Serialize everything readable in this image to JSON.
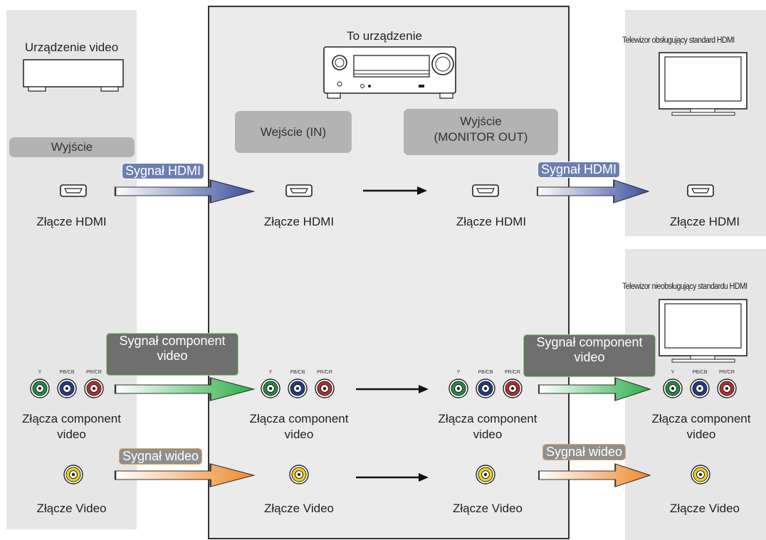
{
  "headers": {
    "source": "Urządzenie video",
    "center": "To urządzenie",
    "tv_hdmi": "Telewizor obsługujący standard HDMI",
    "tv_nonhdmi": "Telewizor nieobsługujący standardu HDMI"
  },
  "labels": {
    "output": "Wyjście",
    "input": "Wejście (IN)",
    "monitor_out_1": "Wyjście",
    "monitor_out_2": "(MONITOR OUT)"
  },
  "signals": {
    "hdmi": "Sygnał HDMI",
    "component_1": "Sygnał component",
    "component_2": "video",
    "video": "Sygnał wideo"
  },
  "connectors": {
    "hdmi": "Złącze HDMI",
    "component_1": "Złącza component",
    "component_2": "video",
    "video": "Złącze Video"
  },
  "jack_labels": [
    "Y",
    "PB/CB",
    "PR/CR"
  ],
  "colors": {
    "hdmi_arrow": "#3a4fa0",
    "component_arrow": "#2fae4a",
    "video_arrow": "#f08a2a",
    "jack_green": "#1f8f3f",
    "jack_blue": "#233a8f",
    "jack_red": "#c0282d",
    "jack_yellow": "#f2d21a"
  }
}
